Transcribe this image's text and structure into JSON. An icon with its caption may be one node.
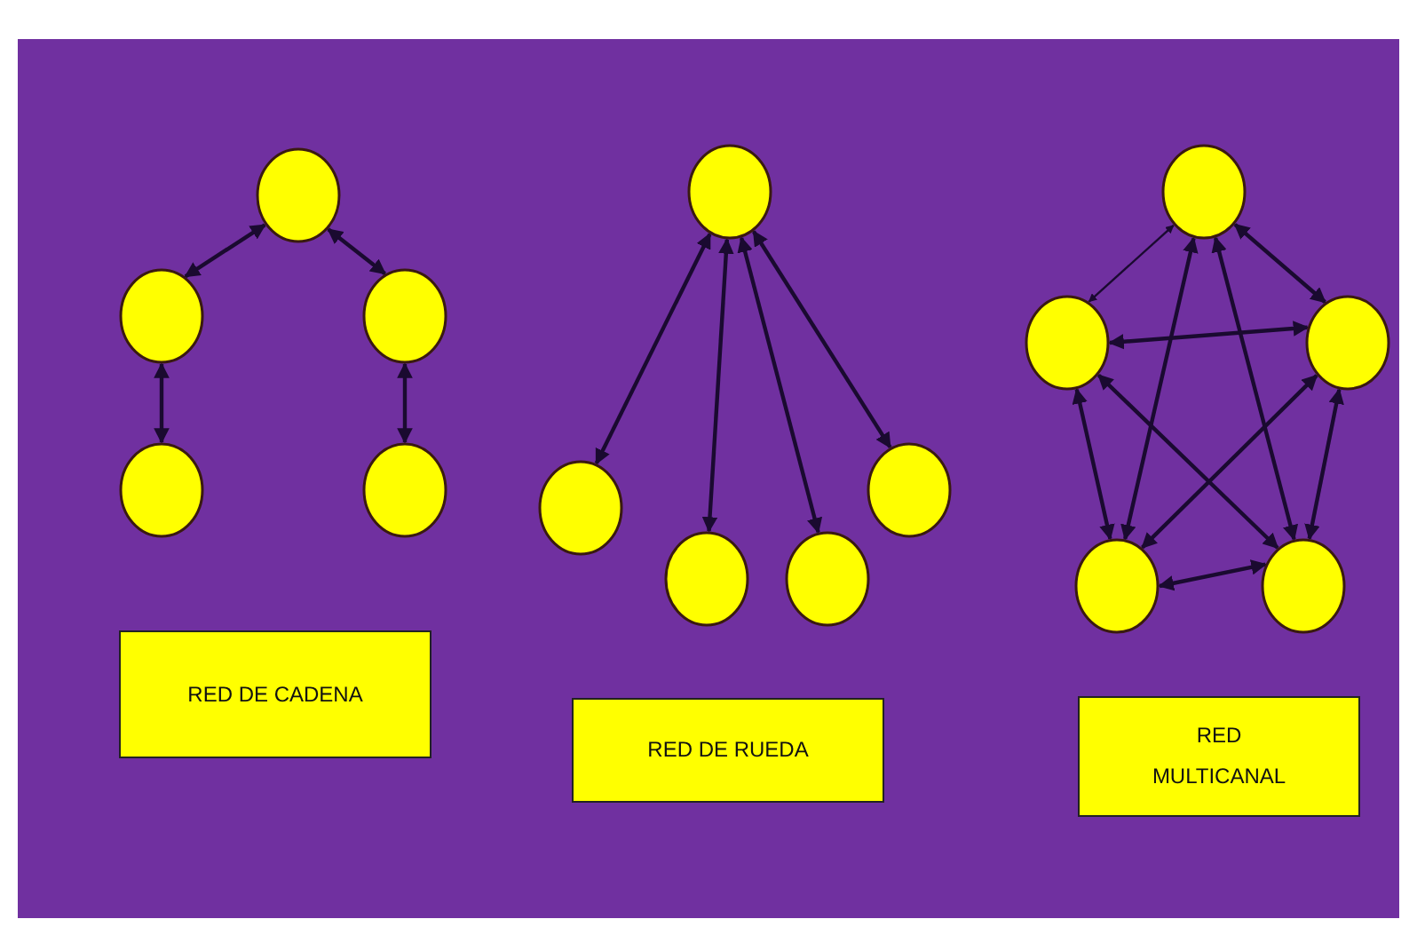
{
  "diagram": {
    "nodes": [
      {
        "text": [],
        "shape": "circle"
      },
      {
        "text": [],
        "shape": "circle"
      },
      {
        "text": [],
        "shape": "circle"
      },
      {
        "text": [],
        "shape": "circle"
      },
      {
        "text": [],
        "shape": "circle"
      },
      {
        "text": [],
        "shape": "circle"
      },
      {
        "text": [],
        "shape": "circle"
      },
      {
        "text": [],
        "shape": "circle"
      },
      {
        "text": [],
        "shape": "circle"
      },
      {
        "text": [],
        "shape": "circle"
      },
      {
        "text": [],
        "shape": "circle"
      },
      {
        "text": [],
        "shape": "circle"
      },
      {
        "text": [],
        "shape": "circle"
      },
      {
        "text": [],
        "shape": "circle"
      },
      {
        "text": [],
        "shape": "circle"
      },
      {
        "text": [
          "RED DE CADENA"
        ]
      },
      {
        "text": [
          "RED DE RUEDA"
        ]
      },
      {
        "text": [
          "RED MULTICANAL"
        ]
      }
    ],
    "edges": [
      {
        "from": 0,
        "to": 1,
        "arrow": "both"
      },
      {
        "from": 0,
        "to": 2,
        "arrow": "both"
      },
      {
        "from": 1,
        "to": 3,
        "arrow": "both"
      },
      {
        "from": 2,
        "to": 4,
        "arrow": "both"
      },
      {
        "from": 5,
        "to": 6,
        "arrow": "both"
      },
      {
        "from": 5,
        "to": 7,
        "arrow": "both"
      },
      {
        "from": 5,
        "to": 8,
        "arrow": "both"
      },
      {
        "from": 5,
        "to": 9,
        "arrow": "both"
      },
      {
        "from": 10,
        "to": 11,
        "arrow": "both"
      },
      {
        "from": 10,
        "to": 12,
        "arrow": "both"
      },
      {
        "from": 10,
        "to": 13,
        "arrow": "both"
      },
      {
        "from": 10,
        "to": 14,
        "arrow": "both"
      },
      {
        "from": 11,
        "to": 12,
        "arrow": "both"
      },
      {
        "from": 11,
        "to": 13,
        "arrow": "both"
      },
      {
        "from": 11,
        "to": 14,
        "arrow": "both"
      },
      {
        "from": 12,
        "to": 13,
        "arrow": "both"
      },
      {
        "from": 12,
        "to": 14,
        "arrow": "both"
      },
      {
        "from": 13,
        "to": 14,
        "arrow": "both"
      }
    ]
  }
}
